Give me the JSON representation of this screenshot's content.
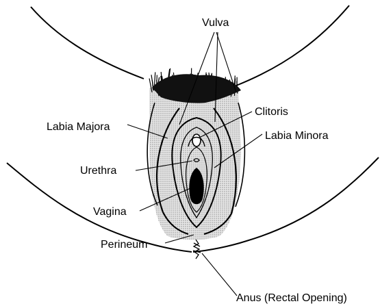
{
  "labels": {
    "vulva": "Vulva",
    "clitoris": "Clitoris",
    "labia_majora": "Labia Majora",
    "labia_minora": "Labia Minora",
    "urethra": "Urethra",
    "vagina": "Vagina",
    "perineum": "Perineum",
    "anus": "Anus (Rectal Opening)"
  },
  "colors": {
    "ink": "#000000",
    "stipple": "#c8c8c8",
    "background": "#ffffff"
  }
}
